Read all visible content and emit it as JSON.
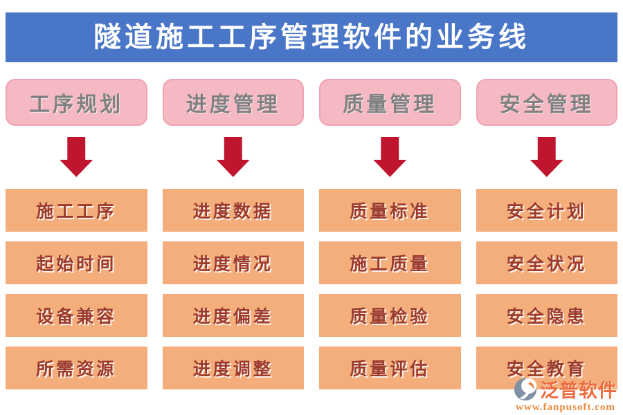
{
  "header": {
    "title": "隧道施工工序管理软件的业务线"
  },
  "columns": [
    {
      "category": "工序规划",
      "items": [
        "施工工序",
        "起始时间",
        "设备兼容",
        "所需资源"
      ]
    },
    {
      "category": "进度管理",
      "items": [
        "进度数据",
        "进度情况",
        "进度偏差",
        "进度调整"
      ]
    },
    {
      "category": "质量管理",
      "items": [
        "质量标准",
        "施工质量",
        "质量检验",
        "质量评估"
      ]
    },
    {
      "category": "安全管理",
      "items": [
        "安全计划",
        "安全状况",
        "安全隐患",
        "安全教育"
      ]
    }
  ],
  "watermark": {
    "brand": "泛普软件",
    "url": "www.fanpusoft.com"
  },
  "colors": {
    "header_bg": "#4a76c8",
    "header_text": "#ffffff",
    "category_bg": "#f5b9c3",
    "category_border": "#f0a3b1",
    "category_text": "#808080",
    "arrow_red": "#c0152f",
    "item_bg": "#f3ae7c",
    "item_text": "#9c3a2b",
    "brand_text": "#ed6c3f",
    "url_text": "#e98a3c",
    "logo_slate": "#8090a5"
  }
}
